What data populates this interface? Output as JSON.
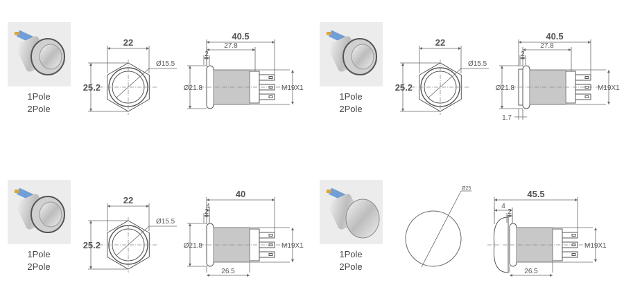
{
  "panels": [
    {
      "id": "flat-head",
      "poles": [
        "1Pole",
        "2Pole"
      ],
      "front": {
        "width": "22",
        "height": "25.2",
        "dia": "Ø15.5"
      },
      "side": {
        "total": "40.5",
        "inner": "27.8",
        "flange": "2",
        "dia": "Ø21.8",
        "thread": "M19X1"
      }
    },
    {
      "id": "high-head",
      "poles": [
        "1Pole",
        "2Pole"
      ],
      "front": {
        "width": "22",
        "height": "25.2",
        "dia": "Ø15.5"
      },
      "side": {
        "total": "40.5",
        "inner": "27.8",
        "flange": "2",
        "dia": "Ø21.8",
        "thread": "M19X1",
        "bottom_offset": "1.7"
      }
    },
    {
      "id": "flat-head-short",
      "poles": [
        "1Pole",
        "2Pole"
      ],
      "front": {
        "width": "22",
        "height": "25.2",
        "dia": "Ø15.5"
      },
      "side": {
        "total": "40",
        "head": "4",
        "flange": "2",
        "dia": "Ø21.8",
        "thread": "M19X1",
        "body": "26.5"
      }
    },
    {
      "id": "mushroom-head",
      "poles": [
        "1Pole",
        "2Pole"
      ],
      "front": {
        "dia": "Ø25"
      },
      "side": {
        "total": "45.5",
        "head": "4",
        "flange": "2",
        "thread": "M19X1",
        "body": "26.5"
      }
    }
  ]
}
